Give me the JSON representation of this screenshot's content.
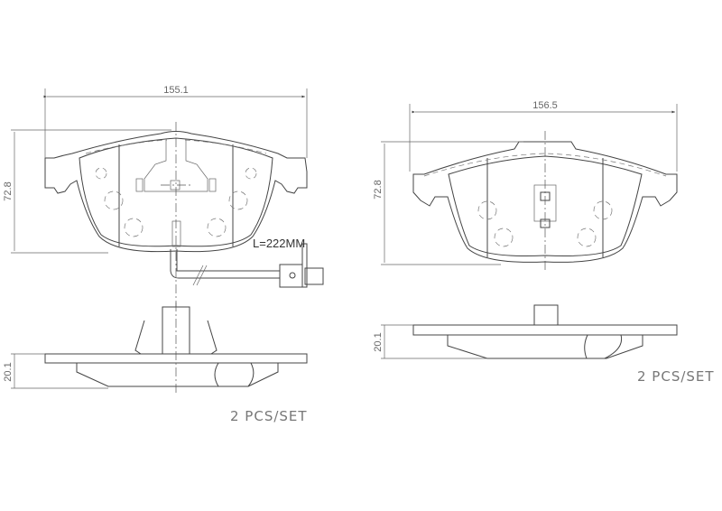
{
  "left_pad": {
    "width_dim": "155.1",
    "height_dim": "72.8",
    "sensor_length": "L=222MM",
    "thickness_dim": "20.1",
    "quantity": "2 PCS/SET"
  },
  "right_pad": {
    "width_dim": "156.5",
    "height_dim": "72.8",
    "thickness_dim": "20.1",
    "quantity": "2 PCS/SET"
  }
}
